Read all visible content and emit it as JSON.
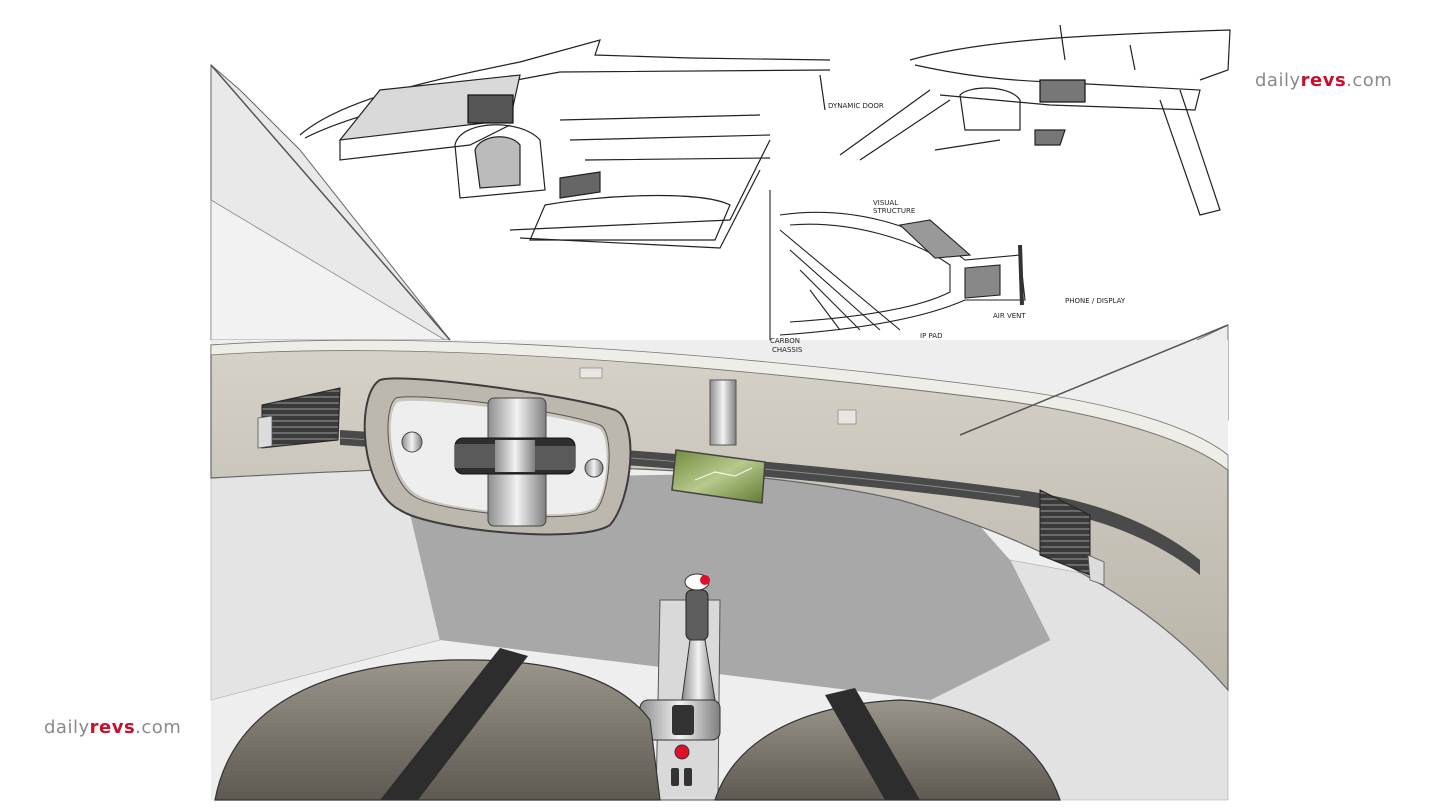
{
  "watermark": {
    "prefix": "daily",
    "brand": "revs",
    "suffix": ".com",
    "brand_color": "#c8102e"
  },
  "sketch_notes": {
    "dynamic_door": "DYNAMIC DOOR",
    "visual_structure_1": "VISUAL",
    "visual_structure_2": "STRUCTURE",
    "phone_display": "PHONE / DISPLAY",
    "air_vent": "AIR VENT",
    "ip_pad": "IP PAD",
    "carbon_1": "CARBON",
    "carbon_2": "CHASSIS"
  },
  "colors": {
    "dash_grey": "#a9a9a9",
    "trim_beige": "#c9c5bb",
    "accent_red": "#e0102a",
    "screen_green": "#8fa65a"
  }
}
